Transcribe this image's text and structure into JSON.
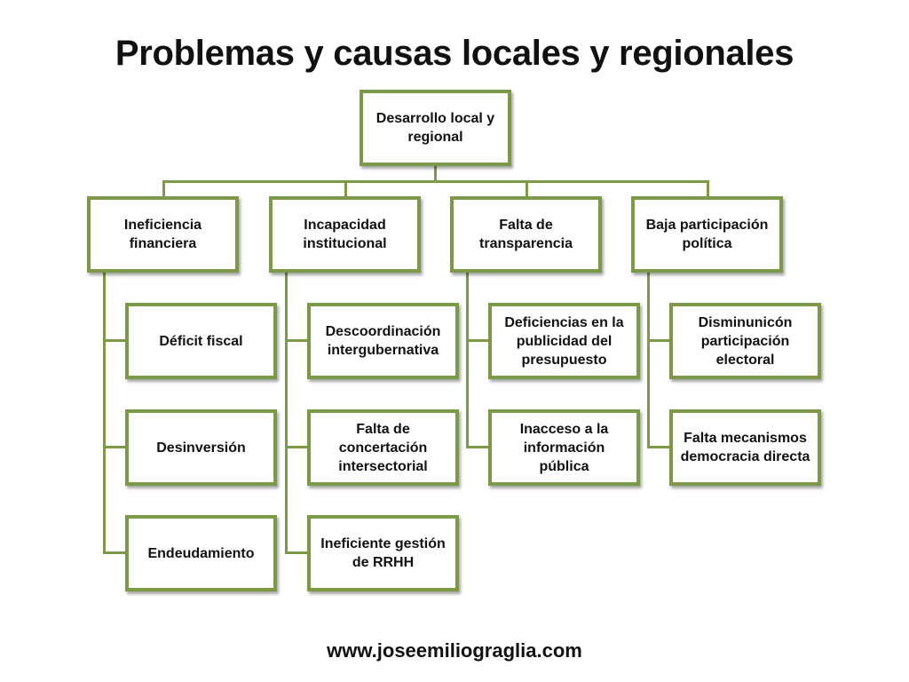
{
  "title": "Problemas y causas locales y regionales",
  "diagram": {
    "root": "Desarrollo local y regional",
    "branches": [
      {
        "label": "Ineficiencia financiera",
        "children": [
          "Déficit fiscal",
          "Desinversión",
          "Endeudamiento"
        ]
      },
      {
        "label": "Incapacidad institucional",
        "children": [
          "Descoordinación intergubernativa",
          "Falta de concertación intersectorial",
          "Ineficiente gestión de RRHH"
        ]
      },
      {
        "label": "Falta de transparencia",
        "children": [
          "Deficiencias en la publicidad del presupuesto",
          "Inacceso a la información pública"
        ]
      },
      {
        "label": "Baja participación política",
        "children": [
          "Disminunicón participación electoral",
          "Falta mecanismos democracia directa"
        ]
      }
    ]
  },
  "footer": "www.joseemiliograglia.com",
  "colors": {
    "border": "#7c9a45",
    "text": "#111111",
    "background": "#ffffff"
  }
}
